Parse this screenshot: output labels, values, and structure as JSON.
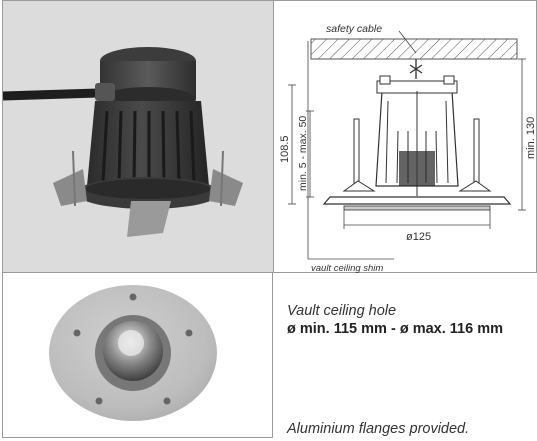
{
  "drawing": {
    "safety_cable": "safety cable",
    "height": "108.5",
    "range": "min. 5 - max. 50",
    "min_depth": "min. 130",
    "diameter": "ø125",
    "shim": "vault ceiling shim"
  },
  "hole": {
    "title": "Vault ceiling hole",
    "dims": "ø min. 115 mm - ø max. 116 mm"
  },
  "flanges_note": "Aluminium flanges provided."
}
